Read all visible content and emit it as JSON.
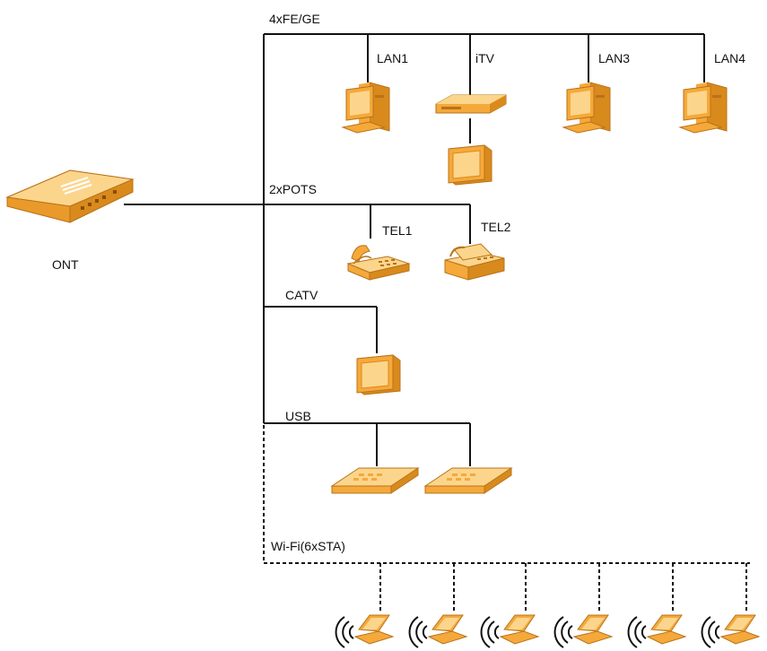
{
  "colors": {
    "device_light": "#fcd58c",
    "device_mid": "#f5a93a",
    "device_dark": "#d98a1c",
    "device_edge": "#b9731a",
    "wire": "#111111"
  },
  "ont": {
    "label": "ONT",
    "icon": "ont-router-icon"
  },
  "buses": {
    "ethernet": "4xFE/GE",
    "pots": "2xPOTS",
    "catv": "CATV",
    "usb": "USB",
    "wifi": "Wi-Fi(6xSTA)"
  },
  "ethernet_devices": [
    {
      "label": "LAN1",
      "icon": "pc-icon"
    },
    {
      "label": "iTV",
      "icon": "set-top-box-icon"
    },
    {
      "label": "LAN3",
      "icon": "pc-icon"
    },
    {
      "label": "LAN4",
      "icon": "pc-icon"
    }
  ],
  "pots_devices": [
    {
      "label": "TEL1",
      "icon": "telephone-icon"
    },
    {
      "label": "TEL2",
      "icon": "fax-icon"
    }
  ],
  "catv_device": {
    "icon": "tv-icon"
  },
  "usb_devices": [
    {
      "icon": "usb-device-icon"
    },
    {
      "icon": "usb-device-icon"
    }
  ],
  "wifi_stations": [
    {
      "icon": "wifi-laptop-icon"
    },
    {
      "icon": "wifi-laptop-icon"
    },
    {
      "icon": "wifi-laptop-icon"
    },
    {
      "icon": "wifi-laptop-icon"
    },
    {
      "icon": "wifi-laptop-icon"
    },
    {
      "icon": "wifi-laptop-icon"
    }
  ]
}
